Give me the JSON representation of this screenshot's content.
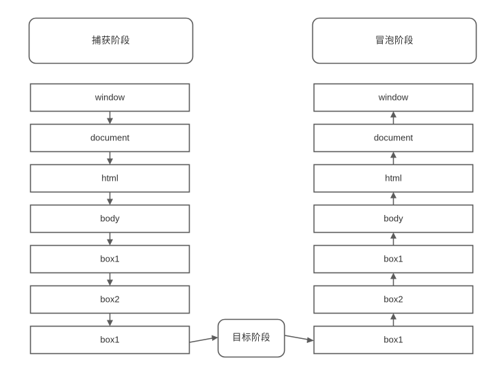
{
  "diagram": {
    "title_capture": "捕获阶段",
    "title_bubble": "冒泡阶段",
    "target_label": "目标阶段",
    "colors": {
      "stroke": "#5c5c5c",
      "text": "#333333",
      "background": "#ffffff"
    },
    "capture_column": {
      "header": "捕获阶段",
      "direction": "down",
      "nodes": [
        {
          "label": "window"
        },
        {
          "label": "document"
        },
        {
          "label": "html"
        },
        {
          "label": "body"
        },
        {
          "label": "box1"
        },
        {
          "label": "box2"
        },
        {
          "label": "box1"
        }
      ]
    },
    "target_node": {
      "label": "目标阶段"
    },
    "bubble_column": {
      "header": "冒泡阶段",
      "direction": "up",
      "nodes": [
        {
          "label": "window"
        },
        {
          "label": "document"
        },
        {
          "label": "html"
        },
        {
          "label": "body"
        },
        {
          "label": "box1"
        },
        {
          "label": "box2"
        },
        {
          "label": "box1"
        }
      ]
    },
    "cross_edges": [
      {
        "from": "capture-box1-bottom",
        "to": "target-node",
        "direction": "right"
      },
      {
        "from": "target-node",
        "to": "bubble-box1-bottom",
        "direction": "right"
      }
    ]
  }
}
